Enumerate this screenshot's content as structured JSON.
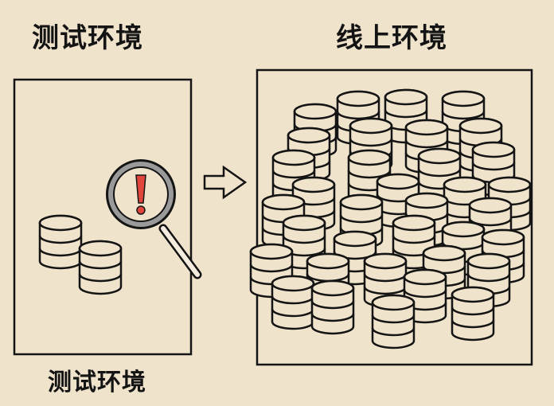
{
  "titles": {
    "left": "测试环境",
    "right": "线上环境",
    "left_caption": "测试环境"
  },
  "icons": {
    "magnifier": "magnifying-glass-icon",
    "alert": "exclamation-icon",
    "arrow": "arrow-right-icon",
    "database": "database-icon"
  },
  "colors": {
    "background": "#efe3cc",
    "stroke": "#141414",
    "alert": "#e0463c",
    "lens_rim": "#9a9a9a"
  },
  "left_panel": {
    "database_count": 2
  },
  "right_panel": {
    "database_count": 40
  }
}
